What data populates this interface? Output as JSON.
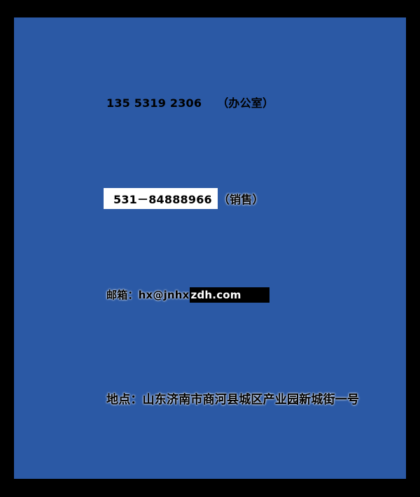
{
  "page": {
    "frame_color": "#000000",
    "panel_color": "#2B59A5",
    "highlight_box_white": "#FFFFFF",
    "highlight_box_black": "#000000"
  },
  "contact": {
    "office_phone": {
      "number": "135 5319 2306",
      "label": "（办公室）"
    },
    "sales_phone": {
      "number": "531－84888966",
      "label": "（销售）"
    },
    "email": {
      "label": "邮箱：",
      "address_prefix": "hx@jnhx",
      "address_highlight": "zdh.com",
      "full_address": "hx@jnhxzdh.com"
    },
    "address": {
      "text": "地点：山东济南市商河县城区产业园新城街一号"
    }
  }
}
